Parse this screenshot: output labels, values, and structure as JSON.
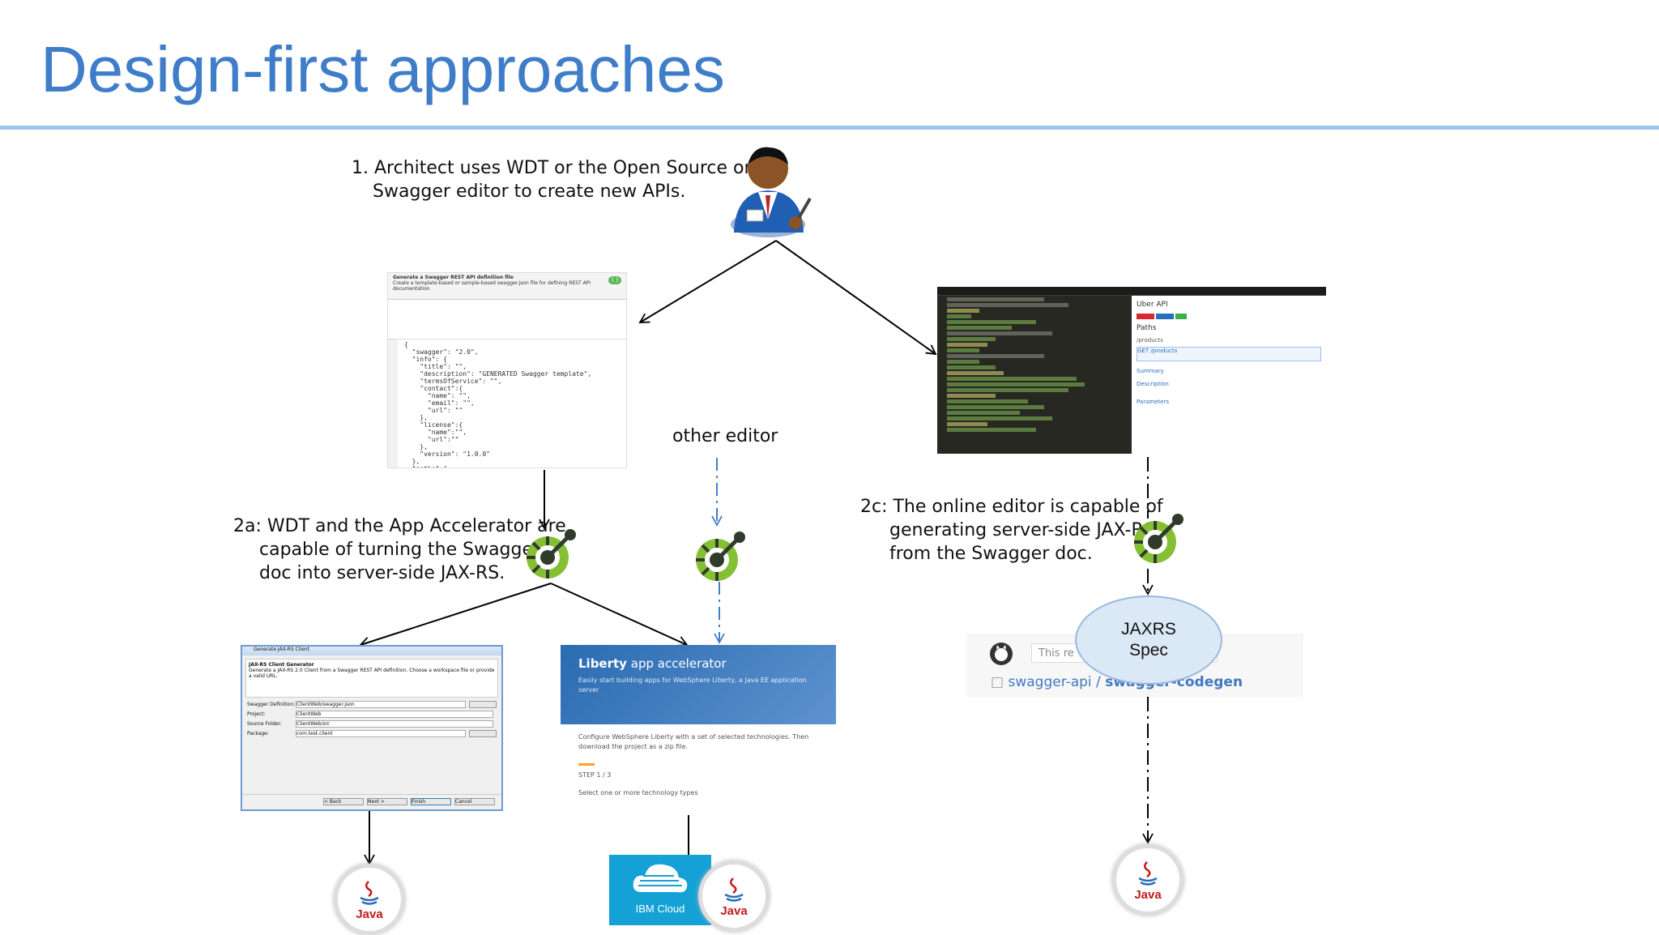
{
  "slide": {
    "title": "Design-first approaches"
  },
  "notes": {
    "step1": {
      "line1": "1.  Architect uses WDT or the Open Source online",
      "line2": "Swagger editor to create new APIs."
    },
    "step2a": {
      "line1": "2a: WDT and the App Accelerator are",
      "line2": "capable of turning the Swagger",
      "line3": "doc into server-side JAX-RS."
    },
    "step2c": {
      "line1": "2c: The online editor is capable of",
      "line2": "generating server-side JAX-RS",
      "line3": "from the Swagger doc."
    },
    "other_editor": "other editor"
  },
  "jaxrs_bubble": {
    "line1": "JAXRS",
    "line2": "Spec"
  },
  "wdt_wizard": {
    "heading": "Generate a Swagger REST API definition file",
    "subheading": "Create a template-based or sample-based swagger.json file for defining REST API documentation",
    "badge": "{ }",
    "code": "{\n  \"swagger\": \"2.0\",\n  \"info\": {\n    \"title\": \"\",\n    \"description\": \"GENERATED Swagger template\",\n    \"termsOfService\": \"\",\n    \"contact\":{\n      \"name\": \"\",\n      \"email\": \"\",\n      \"url\": \"\"\n    },\n    \"license\":{\n      \"name\":\"\",\n      \"url\":\"\"\n    },\n    \"version\": \"1.0.0\"\n  },\n  \"paths\":{"
  },
  "swagger_editor": {
    "preview_title": "Uber API",
    "paths_label": "Paths",
    "products_label": "/products",
    "get_label": "GET /products",
    "summary_label": "Summary",
    "description_label": "Description",
    "parameters_label": "Parameters"
  },
  "client_wizard": {
    "window_title": "Generate JAX-RS Client",
    "heading": "JAX-RS Client Generator",
    "desc": "Generate a JAX-RS 2.0 Client from a Swagger REST API definition. Choose a workspace file or provide a valid URL.",
    "fields": [
      {
        "label": "Swagger Definition:",
        "value": "ClientWeb/swagger.json"
      },
      {
        "label": "Project:",
        "value": "ClientWeb"
      },
      {
        "label": "Source Folder:",
        "value": "ClientWeb/src"
      },
      {
        "label": "Package:",
        "value": "com.test.client"
      }
    ],
    "buttons": [
      "< Back",
      "Next >",
      "Finish",
      "Cancel"
    ]
  },
  "liberty": {
    "brand": "Liberty",
    "product": "app accelerator",
    "tagline": "Easily start building apps for WebSphere Liberty, a Java EE application server",
    "body": "Configure WebSphere Liberty with a set of selected technologies. Then download the project as a zip file.",
    "step": "STEP 1 / 3",
    "select": "Select one or more technology types"
  },
  "github": {
    "search_placeholder": "This re",
    "owner": "swagger-api",
    "repo": "swagger-codegen"
  },
  "ibm_cloud": {
    "label": "IBM Cloud"
  },
  "java_logo": {
    "word": "Java"
  },
  "colors": {
    "title_blue": "#3f7dc9",
    "rule": "#9fc3ee",
    "dashed_arrow": "#3f7dc9",
    "swagger_green": "#85c034",
    "swagger_dark": "#2f3b2b"
  }
}
